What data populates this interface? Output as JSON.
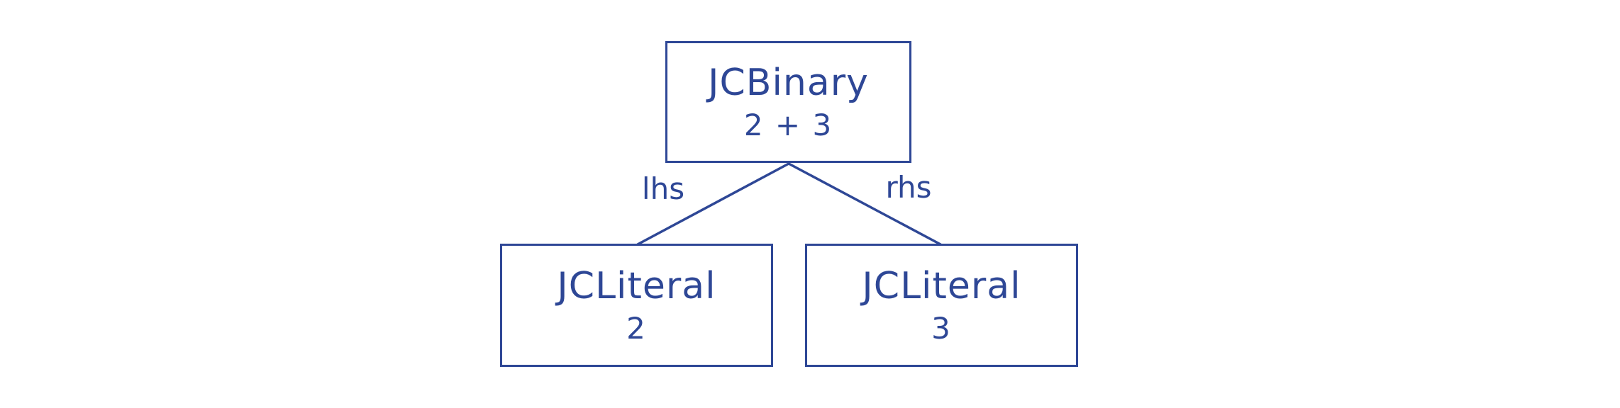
{
  "diagram": {
    "type": "tree",
    "nodes": {
      "root": {
        "title": "JCBinary",
        "value": "2 + 3"
      },
      "left": {
        "title": "JCLiteral",
        "value": "2"
      },
      "right": {
        "title": "JCLiteral",
        "value": "3"
      }
    },
    "edges": {
      "left_label": "lhs",
      "right_label": "rhs"
    }
  },
  "colors": {
    "ink": "#2e4796",
    "background": "#ffffff"
  }
}
